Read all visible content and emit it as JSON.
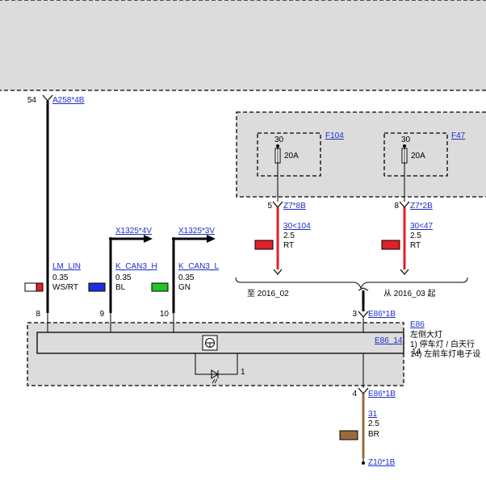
{
  "colors": {
    "panel_fill": "#dcdcdc",
    "link": "#1f2fc8",
    "wire_black": "#000000",
    "wire_red": "#e0202a",
    "wire_brown": "#9a6a3c",
    "swatch_blue": "#1d2fe0",
    "swatch_green": "#22c42a",
    "swatch_red": "#e0202a",
    "swatch_white": "#ffffff"
  },
  "left_connector": {
    "pin": "54",
    "connector": "A258*4B",
    "signal": "LM_LIN",
    "gauge": "0.35",
    "color_code": "WS/RT",
    "module_pin": "8"
  },
  "can_h": {
    "connector": "X1325*4V",
    "signal": "K_CAN3_H",
    "gauge": "0.35",
    "color_code": "BL",
    "module_pin": "9"
  },
  "can_l": {
    "connector": "X1325*3V",
    "signal": "K_CAN3_L",
    "gauge": "0.35",
    "color_code": "GN",
    "module_pin": "10"
  },
  "fuse_f104": {
    "name": "F104",
    "terminal": "30",
    "rating": "20A",
    "pin": "5",
    "connector": "Z7*8B",
    "signal": "30<104",
    "gauge": "2.5",
    "color_code": "RT"
  },
  "fuse_f47": {
    "name": "F47",
    "terminal": "30",
    "rating": "20A",
    "pin": "8",
    "connector": "Z7*2B",
    "signal": "30<47",
    "gauge": "2.5",
    "color_code": "RT"
  },
  "brace": {
    "left_label": "至 2016_02",
    "right_label": "从 2016_03 起"
  },
  "module": {
    "name": "E86",
    "description": "左侧大灯",
    "legend_1": "1)   停车灯 / 白天行",
    "legend_14": "14)  左前车灯电子设",
    "inner_name": "E86_14",
    "inner_pin": "14",
    "led_label": "1",
    "top_pin": "3",
    "top_connector": "E86*1B"
  },
  "ground": {
    "pin": "4",
    "connector": "E86*1B",
    "signal": "31",
    "gauge": "2.5",
    "color_code": "BR",
    "end_connector": "Z10*1B"
  }
}
